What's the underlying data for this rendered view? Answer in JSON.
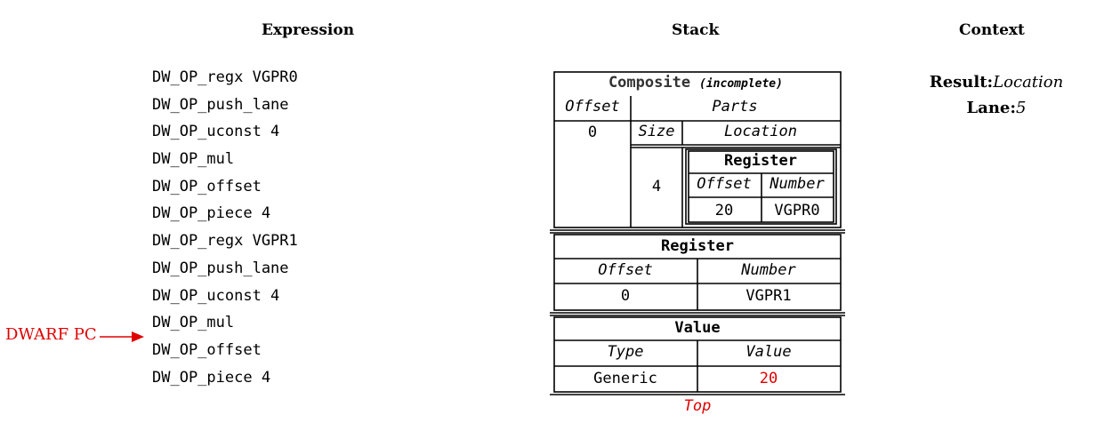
{
  "headers": {
    "expression": "Expression",
    "stack": "Stack",
    "context": "Context"
  },
  "expression_ops": [
    "DW_OP_regx VGPR0",
    "DW_OP_push_lane",
    "DW_OP_uconst 4",
    "DW_OP_mul",
    "DW_OP_offset",
    "DW_OP_piece 4",
    "DW_OP_regx VGPR1",
    "DW_OP_push_lane",
    "DW_OP_uconst 4",
    "DW_OP_mul",
    "DW_OP_offset",
    "DW_OP_piece 4"
  ],
  "pc_label": "DWARF PC",
  "pc_color": "#e00000",
  "composite": {
    "title": "Composite",
    "subtitle": "(incomplete)",
    "offset_label": "Offset",
    "parts_label": "Parts",
    "offset_value": "0",
    "size_label": "Size",
    "location_label": "Location",
    "size_value": "4",
    "inner_register": {
      "title": "Register",
      "offset_label": "Offset",
      "number_label": "Number",
      "offset_value": "20",
      "number_value": "VGPR0"
    }
  },
  "register_entry": {
    "title": "Register",
    "offset_label": "Offset",
    "number_label": "Number",
    "offset_value": "0",
    "number_value": "VGPR1"
  },
  "value_entry": {
    "title": "Value",
    "type_label": "Type",
    "value_label": "Value",
    "type_value": "Generic",
    "value_value": "20",
    "value_color": "#e00000"
  },
  "top_label": "Top",
  "context": {
    "result_label": "Result:",
    "result_value": "Location",
    "lane_label": "Lane:",
    "lane_value": "5"
  }
}
